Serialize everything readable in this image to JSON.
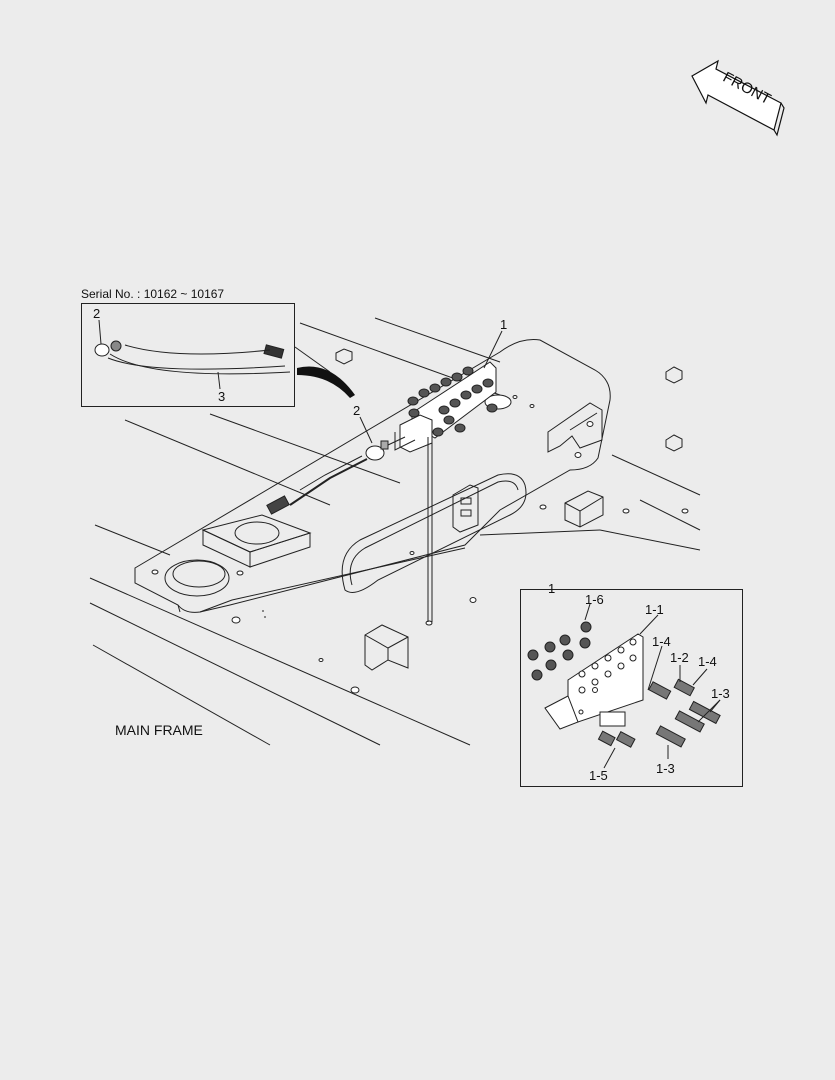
{
  "diagram": {
    "serial_note": "Serial No. : 10162 ~ 10167",
    "front_label": "FRONT",
    "frame_label": "MAIN FRAME",
    "callouts": {
      "c1": "1",
      "c2": "2",
      "c2_inset": "2",
      "c3": "3",
      "d1": "1",
      "d1_1": "1-1",
      "d1_2": "1-2",
      "d1_3a": "1-3",
      "d1_3b": "1-3",
      "d1_4a": "1-4",
      "d1_4b": "1-4",
      "d1_5": "1-5",
      "d1_6": "1-6"
    }
  }
}
